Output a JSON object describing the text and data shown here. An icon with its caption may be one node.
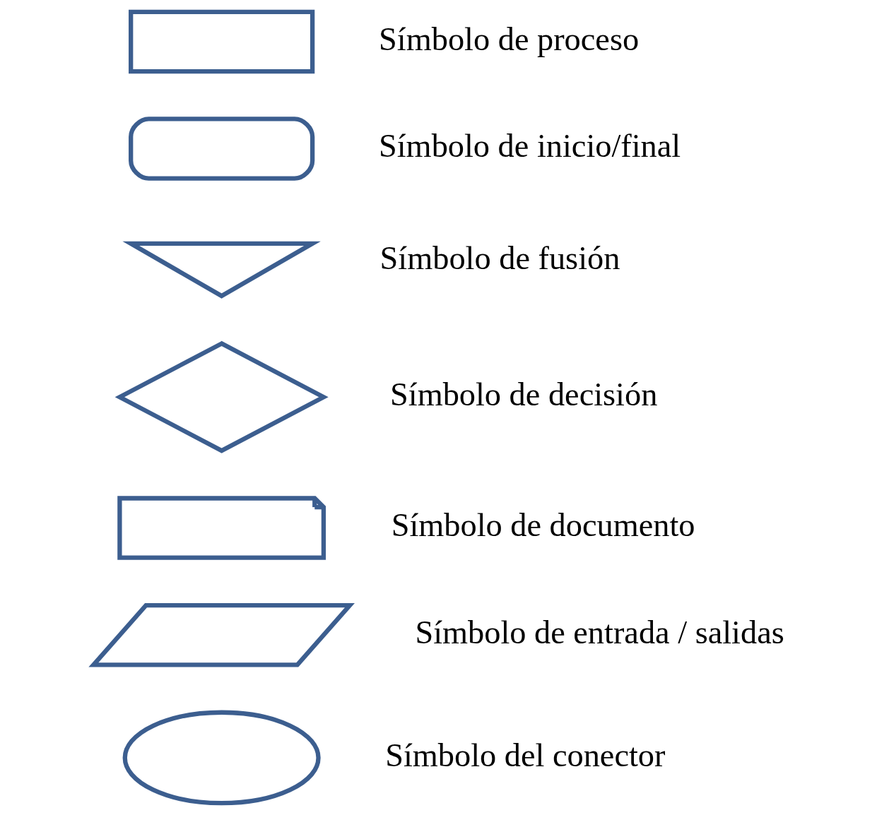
{
  "diagram": {
    "nodes": [
      {
        "text": [],
        "shape": "box",
        "beside": [
          "Símbolo de proceso"
        ]
      },
      {
        "text": [],
        "shape": "rounded",
        "beside": [
          "Símbolo de inicio/final"
        ]
      },
      {
        "text": [],
        "shape": "triangle",
        "beside": [
          "Símbolo de fusión"
        ]
      },
      {
        "text": [],
        "shape": "diamond",
        "beside": [
          "Símbolo de decisión"
        ]
      },
      {
        "text": [],
        "shape": "document",
        "beside": [
          "Símbolo de documento"
        ]
      },
      {
        "text": [],
        "shape": "parallelogram",
        "beside": [
          "Símbolo de entrada / salidas"
        ]
      },
      {
        "text": [],
        "shape": "ellipse",
        "beside": [
          "Símbolo del conector"
        ]
      }
    ],
    "edges": []
  }
}
